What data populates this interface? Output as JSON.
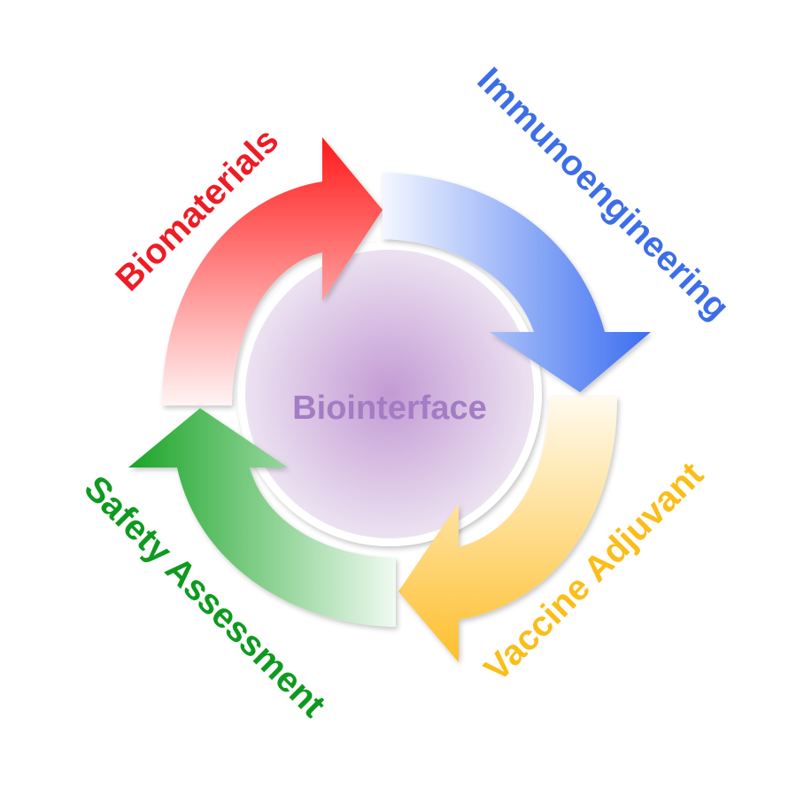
{
  "center": {
    "label": "Biointerface",
    "color": "#a47cc4",
    "fill_center": "#c39ad4",
    "fill_edge": "#ece2f1"
  },
  "stages": [
    {
      "id": "biomaterials",
      "label": "Biomaterials",
      "color": "#ee1c25",
      "grad_dark": "#ff1a1a",
      "grad_light": "#fff4f4"
    },
    {
      "id": "immunoengineering",
      "label": "Immunoengineering",
      "color": "#3d6ee8",
      "grad_dark": "#3a6df0",
      "grad_light": "#f4f7ff"
    },
    {
      "id": "vaccine-adjuvant",
      "label": "Vaccine Adjuvant",
      "color": "#fbbd19",
      "grad_dark": "#fdbf2c",
      "grad_light": "#fffaee"
    },
    {
      "id": "safety-assessment",
      "label": "Safety Assessment",
      "color": "#0f9a1f",
      "grad_dark": "#1aa427",
      "grad_light": "#f0faf1"
    }
  ],
  "flow": [
    "biomaterials",
    "immunoengineering",
    "vaccine-adjuvant",
    "safety-assessment",
    "biomaterials"
  ]
}
